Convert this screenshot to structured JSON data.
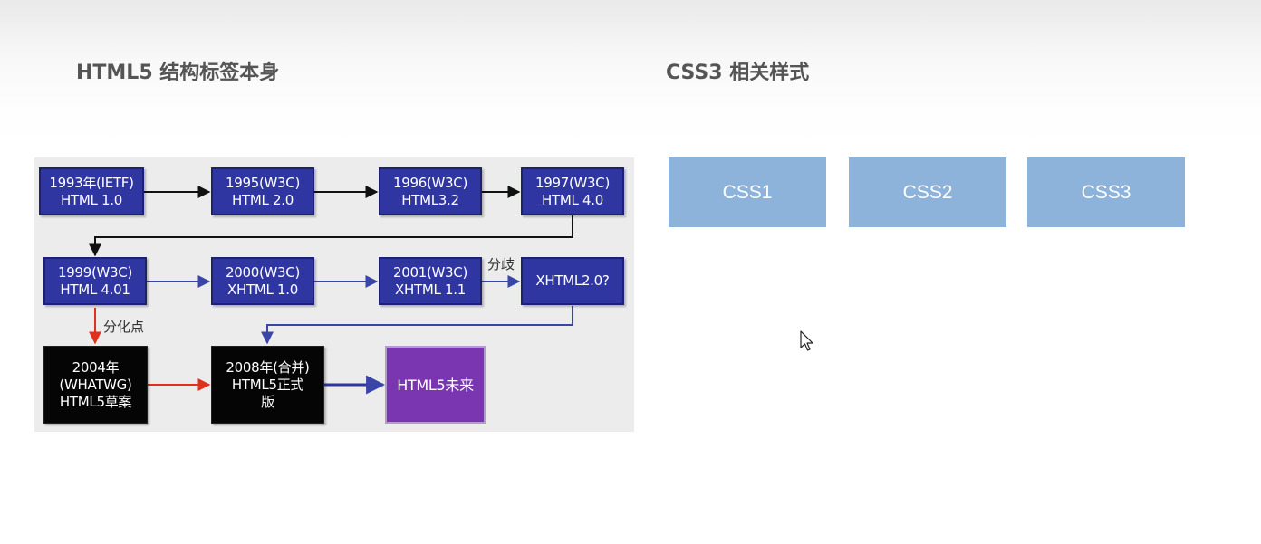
{
  "headings": {
    "left": "HTML5 结构标签本身",
    "right": "CSS3 相关样式"
  },
  "timeline": {
    "nodes": [
      {
        "id": "n1993",
        "lines": [
          "1993年(IETF)",
          "HTML 1.0"
        ]
      },
      {
        "id": "n1995",
        "lines": [
          "1995(W3C)",
          "HTML 2.0"
        ]
      },
      {
        "id": "n1996",
        "lines": [
          "1996(W3C)",
          "HTML3.2"
        ]
      },
      {
        "id": "n1997",
        "lines": [
          "1997(W3C)",
          "HTML 4.0"
        ]
      },
      {
        "id": "n1999",
        "lines": [
          "1999(W3C)",
          "HTML 4.01"
        ]
      },
      {
        "id": "n2000",
        "lines": [
          "2000(W3C)",
          "XHTML 1.0"
        ]
      },
      {
        "id": "n2001",
        "lines": [
          "2001(W3C)",
          "XHTML 1.1"
        ]
      },
      {
        "id": "nxhtml2",
        "lines": [
          "XHTML2.0?"
        ]
      },
      {
        "id": "n2004",
        "lines": [
          "2004年",
          "(WHATWG)",
          "HTML5草案"
        ]
      },
      {
        "id": "n2008",
        "lines": [
          "2008年(合并)",
          "HTML5正式",
          "版"
        ]
      },
      {
        "id": "nfuture",
        "lines": [
          "HTML5未来"
        ]
      }
    ],
    "edge_labels": {
      "fork": "分歧",
      "divergence": "分化点"
    },
    "colors": {
      "node_blue": "#2f36a1",
      "node_black": "#050505",
      "node_purple": "#7a36b0",
      "arrow_black": "#111111",
      "arrow_blue": "#3a45a8",
      "arrow_red": "#e0301e"
    }
  },
  "css_versions": [
    "CSS1",
    "CSS2",
    "CSS3"
  ],
  "icons": {
    "cursor": "mouse-pointer-icon"
  }
}
